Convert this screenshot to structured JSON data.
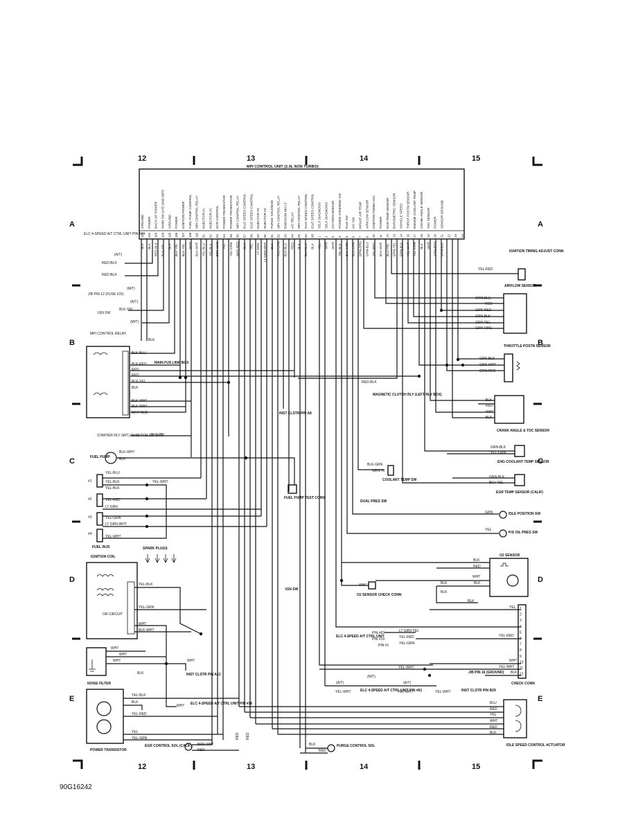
{
  "grid": {
    "cols_top": [
      "12",
      "13",
      "14",
      "15"
    ],
    "cols_bottom": [
      "12",
      "13",
      "14",
      "15"
    ],
    "rows_left": [
      "A",
      "B",
      "C",
      "D",
      "E"
    ],
    "rows_right": [
      "A",
      "B",
      "C",
      "D",
      "E"
    ]
  },
  "ecu": {
    "title": "MPI CONTROL UNIT (2.0L NON TURBO)",
    "pins": [
      {
        "num": "101",
        "func": "GROUND",
        "wire": "BLK"
      },
      {
        "num": "102",
        "func": "POWER",
        "wire": "BLK"
      },
      {
        "num": "103",
        "func": "BACK-UP POWER",
        "wire": "RED-BLK"
      },
      {
        "num": "104",
        "func": "INHIB SW (A/T) GND (M/T)",
        "wire": "BLK-YEL"
      },
      {
        "num": "105",
        "func": "GROUND",
        "wire": "BLK"
      },
      {
        "num": "106",
        "func": "POWER",
        "wire": "BLK-YEL"
      },
      {
        "num": "107",
        "func": "IGNITION POWER",
        "wire": "BLK-YEL"
      },
      {
        "num": "108",
        "func": "FUEL PUMP CONTROL",
        "wire": "WHT"
      },
      {
        "num": "110",
        "func": "MPI CONTROL RELAY",
        "wire": "BLK-WHT"
      },
      {
        "num": "51",
        "func": "INJECTOR #1",
        "wire": "YEL-BLU"
      },
      {
        "num": "52",
        "func": "INJECTOR #2",
        "wire": "YEL-BLK"
      },
      {
        "num": "53",
        "func": "EGR CONTROL",
        "wire": "BRN-WHT"
      },
      {
        "num": "54",
        "func": "POWER TRANSISTOR",
        "wire": "YEL"
      },
      {
        "num": "55",
        "func": "POWER TRANSISTOR",
        "wire": "YEL-GRN"
      },
      {
        "num": "56",
        "func": "MPI CONTROL RELAY",
        "wire": "WHT-RED"
      },
      {
        "num": "57",
        "func": "IDLE SPEED CONTROL",
        "wire": "BLU"
      },
      {
        "num": "58",
        "func": "IDLE SPEED CONTROL",
        "wire": "YEL"
      },
      {
        "num": "59",
        "func": "INJECTOR #3",
        "wire": "LT GRN"
      },
      {
        "num": "60",
        "func": "INJECTOR #4",
        "wire": "LT GRN-WHT"
      },
      {
        "num": "61",
        "func": "PURGE SOLENOID",
        "wire": "BLK"
      },
      {
        "num": "62",
        "func": "MPI CONTROL RELAY",
        "wire": "RED-GRN"
      },
      {
        "num": "63",
        "func": "EMISSION IND LT",
        "wire": "BLK-BLU"
      },
      {
        "num": "64",
        "func": "A/C RELAY",
        "wire": "RED"
      },
      {
        "num": "65",
        "func": "MPI CONTROL RELAY",
        "wire": "BLK"
      },
      {
        "num": "66",
        "func": "IDLE SPEED CONTROL",
        "wire": "BLK-BLU"
      },
      {
        "num": "68",
        "func": "IDLE SPEED CONTROL",
        "wire": "BLK"
      },
      {
        "num": "1",
        "func": "SELF DIAGNOSIS",
        "wire": "YEL"
      },
      {
        "num": "2",
        "func": "SELF DIAGNOSIS",
        "wire": "WHT"
      },
      {
        "num": "3",
        "func": "OXYGEN SENSOR",
        "wire": "WHT"
      },
      {
        "num": "4",
        "func": "POWER STEERING SW",
        "wire": "YEL-BLK"
      },
      {
        "num": "5",
        "func": "IDLE SW",
        "wire": "BLK-GRN"
      },
      {
        "num": "6",
        "func": "A/C SW",
        "wire": "BLK-GRN"
      },
      {
        "num": "7",
        "func": "INTAKE AIR TEMP",
        "wire": "GRN-ORG"
      },
      {
        "num": "8",
        "func": "AIRFLOW SENSOR",
        "wire": "GRN-BLU"
      },
      {
        "num": "10",
        "func": "IGNITION TIMING ADJ",
        "wire": "YEL-RED"
      },
      {
        "num": "11",
        "func": "POWER",
        "wire": "BLK-WHT"
      },
      {
        "num": "12",
        "func": "EGR TEMP SENSOR",
        "wire": "BLU-YEL"
      },
      {
        "num": "13",
        "func": "BAROMETRIC SENSOR",
        "wire": "GRN-YEL"
      },
      {
        "num": "14",
        "func": "VEHICLE SPEED",
        "wire": "GRN-BLK"
      },
      {
        "num": "16",
        "func": "THROT POSTN SENSOR",
        "wire": "YEL-WHT"
      },
      {
        "num": "17",
        "func": "ENGINE COOLANT TEMP",
        "wire": "YEL-GRN"
      },
      {
        "num": "18",
        "func": "CRANK ANGLE SENSOR",
        "wire": "BLK"
      },
      {
        "num": "19",
        "func": "TDC SENSOR",
        "wire": "WHT"
      },
      {
        "num": "20",
        "func": "POWER",
        "wire": "GRN-RED"
      },
      {
        "num": "21",
        "func": "SENSOR GROUND",
        "wire": "GRN-BLK"
      },
      {
        "num": "22",
        "func": "",
        "wire": ""
      },
      {
        "num": "23",
        "func": "",
        "wire": ""
      },
      {
        "num": "24",
        "func": "",
        "wire": ""
      }
    ]
  },
  "labels": {
    "elc_a": "ELC 4-SPEED A/T CTRL UNIT PIN #64",
    "at": "(A/T)",
    "mt": "(M/T)",
    "red_blk": "RED-BLK",
    "jb_pin12": "J/B PIN 12 (FUSE #15)",
    "ign_sw": "IGN SW",
    "blk_yel": "BLK-YEL",
    "blk": "BLK",
    "mpi_relay": "MPI CONTROL RELAY",
    "main_fuse": "MAIN FUS LINK BOX",
    "starter": "STARTER RLY (M/T) INHIBITOR SW (A/T)",
    "fuel_pump": "FUEL PUMP",
    "fuel_injs": "FUEL INJS",
    "ign_coil": "IGNITION COIL",
    "spark_plugs": "SPARK PLUGS",
    "or_circuit": "OR CIRCUIT",
    "noise_filter": "NOISE FILTER",
    "power_transistor": "POWER TRANSISTOR",
    "egr_sol": "EGR CONTROL SOL (CALIF)",
    "inst_a8": "INST CLSTR PIN A8",
    "fuel_test": "FUEL PUMP TEST CONN",
    "inst_a12": "INST CLSTR PIN A12",
    "elc_16": "ELC 4-SPEED A/T CTRL UNIT PIN #16",
    "ign_sw2": "IGN SW",
    "mag_clutch": "MAGNETIC CLUTCH RLY (LEFT RLY BOX)",
    "coolant_sw": "COOLANT TEMP SW",
    "dual_pres": "DUAL PRES SW",
    "o2_check": "O2 SENSOR CHECK CONN",
    "elc_ctrl": "ELC 4-SPEED A/T CTRL UNIT",
    "pin63": "PIN #63",
    "pin19": "PIN #19",
    "pin1": "PIN #1",
    "elc_61": "ELC 4-SPEED A/T CTRL UNIT PIN #61",
    "inst_b29": "INST CLSTR PIN B29",
    "purge_sol": "PURGE CONTROL SOL",
    "ign_timing": "IGNITION TIMING ADJUST CONN",
    "airflow": "AIRFLOW SENSOR",
    "throttle": "THROTTLE POSTN SENSOR",
    "crank": "CRANK ANGLE & TDC SENSOR",
    "eng_coolant": "ENG COOLANT TEMP SENSOR",
    "egr_temp": "EGR TEMP SENSOR (CALIF)",
    "idle_sw": "IDLE POSITION SW",
    "ps_oil": "P/S OIL PRES SW",
    "o2_sensor": "O2 SENSOR",
    "jb_pin16": "J/B PIN 16 (GROUND)",
    "check_conn": "CHECK CONN",
    "isc": "IDLE SPEED CONTROL ACTUATOR",
    "image_id": "90G16242"
  },
  "wires": {
    "yel_red": "YEL-RED",
    "grn_blu": "GRN-BLU",
    "red": "RED",
    "grn_red": "GRN-RED",
    "grn_blk": "GRN-BLK",
    "grn_yel": "GRN-YEL",
    "grn_org": "GRN-ORG",
    "grn_wht": "GRN-WHT",
    "blk": "BLK",
    "wht": "WHT",
    "yel_grn": "YEL-GRN",
    "blu_yel": "BLU-YEL",
    "grn": "GRN",
    "yel": "YEL",
    "blk_blu": "BLK-BLU",
    "blk_red": "BLK-RED",
    "blk_yel": "BLK-YEL",
    "blk_wht": "BLK-WHT",
    "wht_red": "WHT-RED",
    "yel_blu": "YEL-BLU",
    "yel_blk": "YEL-BLK",
    "yel_wht": "YEL-WHT",
    "lt_grn": "LT GRN",
    "lt_grn_wht": "LT GRN-WHT",
    "lt_grn_yel": "LT GRN-YEL",
    "yel_red2": "YEL-RED",
    "blu": "BLU",
    "brn_wht": "BRN-WHT",
    "red_blk": "RED-BLK",
    "red_grn": "RED-GRN",
    "blk_grn": "BLK-GRN",
    "grn_yl": "GRN-YL"
  },
  "terms": [
    "1",
    "2",
    "3",
    "4",
    "5",
    "6",
    "7",
    "8",
    "9",
    "10",
    "11",
    "12"
  ]
}
